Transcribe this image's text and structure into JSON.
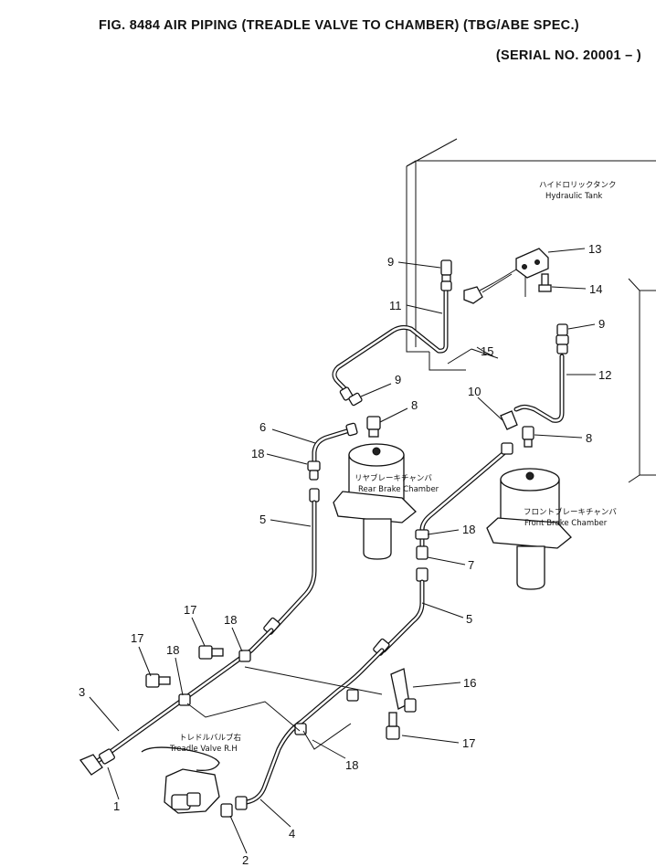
{
  "header": {
    "title": "FIG. 8484  AIR PIPING (TREADLE VALVE TO CHAMBER) (TBG/ABE SPEC.)",
    "serial": "(SERIAL NO. 20001 – )"
  },
  "labels": {
    "hydraulic_tank_jp": "ハイドロリックタンク",
    "hydraulic_tank_en": "Hydraulic Tank",
    "rear_chamber_jp": "リヤブレーキチャンバ",
    "rear_chamber_en": "Rear Brake Chamber",
    "front_chamber_jp": "フロントブレーキチャンバ",
    "front_chamber_en": "Front Brake Chamber",
    "treadle_jp": "トレドルバルブ右",
    "treadle_en": "Treadle Valve R.H"
  },
  "callouts": {
    "c1": "1",
    "c2": "2",
    "c3": "3",
    "c4": "4",
    "c5a": "5",
    "c5b": "5",
    "c6": "6",
    "c7": "7",
    "c8a": "8",
    "c8b": "8",
    "c9a": "9",
    "c9b": "9",
    "c9c": "9",
    "c10": "10",
    "c11": "11",
    "c12": "12",
    "c13": "13",
    "c14": "14",
    "c15": "15",
    "c16": "16",
    "c17a": "17",
    "c17b": "17",
    "c17c": "17",
    "c18a": "18",
    "c18b": "18",
    "c18c": "18",
    "c18d": "18",
    "c18e": "18"
  }
}
